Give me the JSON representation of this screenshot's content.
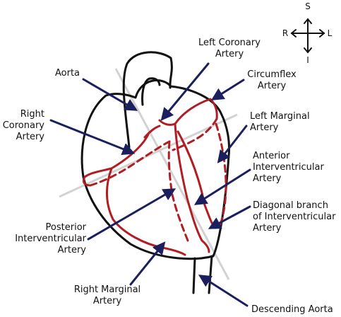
{
  "labels": {
    "left_coronary_artery": [
      "Left Coronary",
      "Artery"
    ],
    "aorta": [
      "Aorta"
    ],
    "circumflex_artery": [
      "Circumflex",
      "Artery"
    ],
    "right_coronary_artery": [
      "Right",
      "Coronary",
      "Artery"
    ],
    "left_marginal_artery": [
      "Left Marginal",
      "Artery"
    ],
    "anterior_interventricular_artery": [
      "Anterior",
      "Interventricular",
      "Artery"
    ],
    "diagonal_branch": [
      "Diagonal branch",
      "of Interventricular",
      "Artery"
    ],
    "posterior_interventricular_artery": [
      "Posterior",
      "Interventricular",
      "Artery"
    ],
    "right_marginal_artery": [
      "Right Marginal",
      "Artery"
    ],
    "descending_aorta": [
      "Descending Aorta"
    ]
  },
  "compass": {
    "superior": "S",
    "inferior": "I",
    "right": "R",
    "left": "L"
  },
  "colors": {
    "outline": "#111111",
    "artery": "#b01e23",
    "pointer": "#1c1f5e",
    "axis": "#d2d2d2"
  }
}
